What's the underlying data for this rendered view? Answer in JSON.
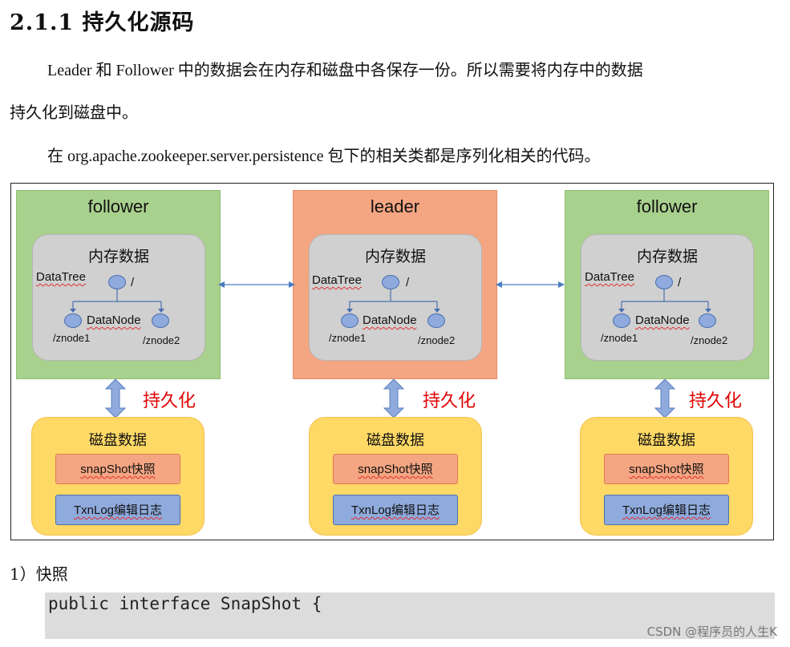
{
  "heading": "2.1.1  持久化源码",
  "paragraphs": [
    "Leader 和 Follower 中的数据会在内存和磁盘中各保存一份。所以需要将内存中的数据",
    "持久化到磁盘中。",
    "在 org.apache.zookeeper.server.persistence 包下的相关类都是序列化相关的代码。"
  ],
  "diagram": {
    "nodes": [
      {
        "title": "follower",
        "memory_title": "内存数据",
        "tree_label": "DataTree",
        "root": "/",
        "datanode": "DataNode",
        "znode1": "/znode1",
        "znode2": "/znode2",
        "persist": "持久化",
        "disk_title": "磁盘数据",
        "snapshot": "snapShot快照",
        "txnlog": "TxnLog编辑日志"
      },
      {
        "title": "leader",
        "memory_title": "内存数据",
        "tree_label": "DataTree",
        "root": "/",
        "datanode": "DataNode",
        "znode1": "/znode1",
        "znode2": "/znode2",
        "persist": "持久化",
        "disk_title": "磁盘数据",
        "snapshot": "snapShot快照",
        "txnlog": "TxnLog编辑日志"
      },
      {
        "title": "follower",
        "memory_title": "内存数据",
        "tree_label": "DataTree",
        "root": "/",
        "datanode": "DataNode",
        "znode1": "/znode1",
        "znode2": "/znode2",
        "persist": "持久化",
        "disk_title": "磁盘数据",
        "snapshot": "snapShot快照",
        "txnlog": "TxnLog编辑日志"
      }
    ],
    "colors": {
      "follower": "#a9d18e",
      "leader": "#f4a582",
      "memory": "#d0d0d0",
      "disk": "#ffd966",
      "snapshot": "#f4a582",
      "txnlog": "#8faadc",
      "persist_text": "#e00000"
    }
  },
  "section_label": "1）快照",
  "code": "public interface SnapShot {",
  "watermark": "CSDN @程序员的人生K"
}
